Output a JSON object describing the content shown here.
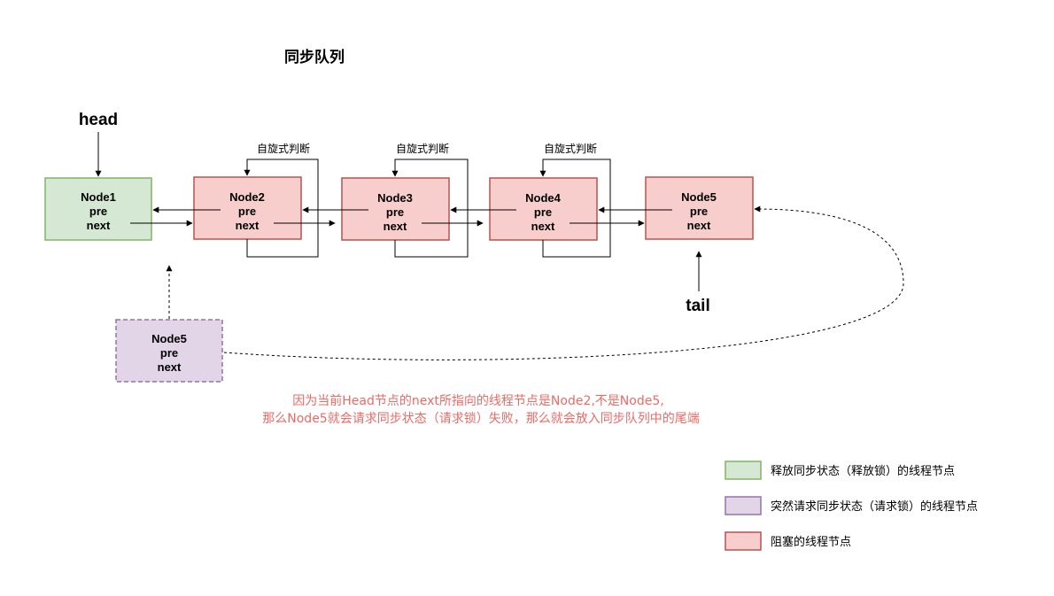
{
  "title": "同步队列",
  "pointers": {
    "head": "head",
    "tail": "tail"
  },
  "nodes": [
    {
      "name": "Node1",
      "pre": "pre",
      "next": "next",
      "kind": "released"
    },
    {
      "name": "Node2",
      "pre": "pre",
      "next": "next",
      "kind": "blocked"
    },
    {
      "name": "Node3",
      "pre": "pre",
      "next": "next",
      "kind": "blocked"
    },
    {
      "name": "Node4",
      "pre": "pre",
      "next": "next",
      "kind": "blocked"
    },
    {
      "name": "Node5",
      "pre": "pre",
      "next": "next",
      "kind": "blocked"
    }
  ],
  "new_node": {
    "name": "Node5",
    "pre": "pre",
    "next": "next",
    "kind": "requesting"
  },
  "spin_label": "自旋式判断",
  "note": {
    "line1": "因为当前Head节点的next所指向的线程节点是Node2,不是Node5,",
    "line2": "那么Node5就会请求同步状态（请求锁）失败，那么就会放入同步队列中的尾端"
  },
  "legend": [
    {
      "kind": "released",
      "label": "释放同步状态（释放锁）的线程节点"
    },
    {
      "kind": "requesting",
      "label": "突然请求同步状态（请求锁）的线程节点"
    },
    {
      "kind": "blocked",
      "label": "阻塞的线程节点"
    }
  ],
  "colors": {
    "released": {
      "fill": "#d5e8d4",
      "stroke": "#82b366"
    },
    "requesting": {
      "fill": "#e1d5e7",
      "stroke": "#9673a6"
    },
    "blocked": {
      "fill": "#f8cecc",
      "stroke": "#b85450"
    },
    "note_text": "#ea6b66"
  }
}
